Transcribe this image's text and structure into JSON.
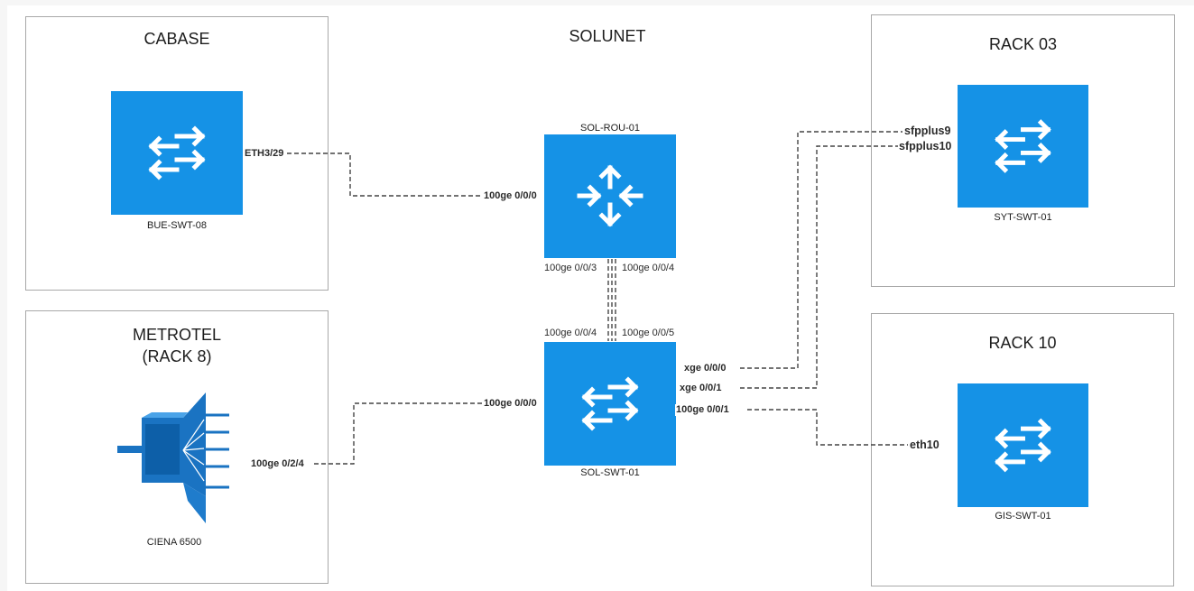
{
  "title": "SOLUNET",
  "groups": {
    "cabase": "CABASE",
    "metrotel_line1": "METROTEL",
    "metrotel_line2": "(RACK 8)",
    "rack03": "RACK 03",
    "rack10": "RACK 10"
  },
  "nodes": {
    "bue_swt_08": "BUE-SWT-08",
    "sol_rou_01": "SOL-ROU-01",
    "sol_swt_01": "SOL-SWT-01",
    "ciena_6500": "CIENA 6500",
    "syt_swt_01": "SYT-SWT-01",
    "gis_swt_01": "GIS-SWT-01"
  },
  "ports": {
    "bue_eth3_29": "ETH3/29",
    "rou_100ge_0_0_0": "100ge 0/0/0",
    "rou_100ge_0_0_3": "100ge 0/0/3",
    "rou_100ge_0_0_4": "100ge 0/0/4",
    "swt_100ge_0_0_4": "100ge 0/0/4",
    "swt_100ge_0_0_5": "100ge 0/0/5",
    "swt_100ge_0_0_0": "100ge 0/0/0",
    "ciena_100ge_0_2_4": "100ge 0/2/4",
    "swt_xge_0_0_0": "xge 0/0/0",
    "swt_xge_0_0_1": "xge 0/0/1",
    "swt_100ge_0_0_1": "100ge 0/0/1",
    "syt_sfpplus9": "sfpplus9",
    "syt_sfpplus10": "sfpplus10",
    "gis_eth10": "eth10"
  },
  "colors": {
    "device": "#1592e6",
    "ciena": "#1a73c2",
    "border": "#a8a8a8",
    "link": "#444444"
  },
  "icons": {
    "switch": "switch-arrows-icon",
    "router": "router-arrows-icon",
    "optical": "optical-platform-icon"
  }
}
